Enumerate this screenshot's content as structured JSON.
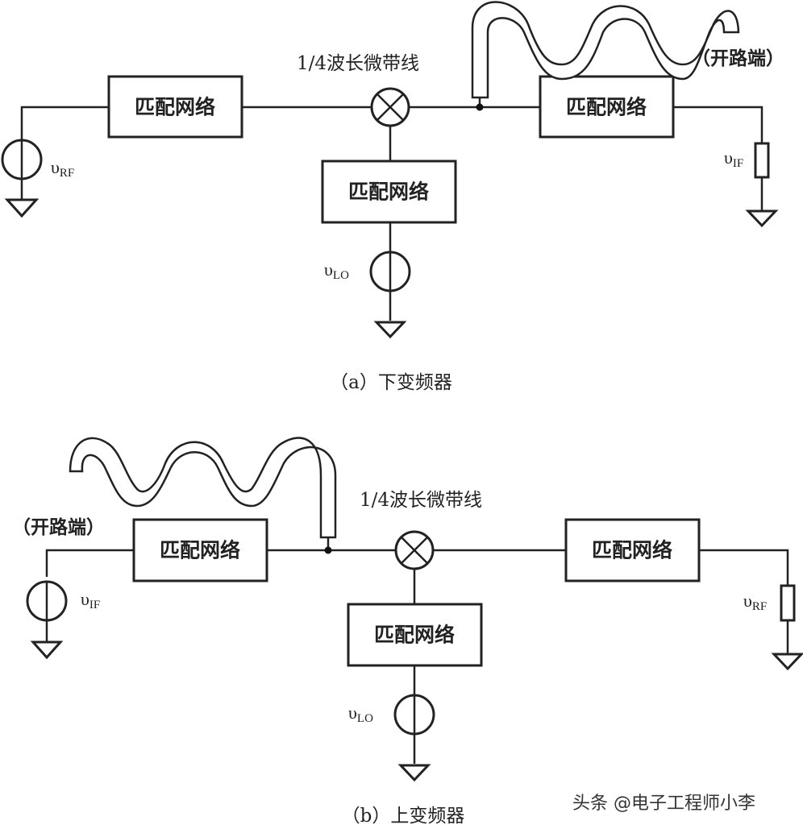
{
  "diagrams": [
    {
      "id": "a",
      "caption": "（a）下变频器",
      "stub_label": "1/4波长微带线",
      "open_end_label": "（开路端）",
      "left_box": "匹配网络",
      "right_box": "匹配网络",
      "lo_box": "匹配网络",
      "left_source": {
        "symbol": "υ",
        "sub": "RF",
        "type": "voltage-source"
      },
      "right_load": {
        "symbol": "υ",
        "sub": "IF",
        "type": "resistor-load"
      },
      "lo_source": {
        "symbol": "υ",
        "sub": "LO",
        "type": "voltage-source"
      }
    },
    {
      "id": "b",
      "caption": "（b）上变频器",
      "stub_label": "1/4波长微带线",
      "open_end_label": "（开路端）",
      "left_box": "匹配网络",
      "right_box": "匹配网络",
      "lo_box": "匹配网络",
      "left_source": {
        "symbol": "υ",
        "sub": "IF",
        "type": "voltage-source"
      },
      "right_load": {
        "symbol": "υ",
        "sub": "RF",
        "type": "resistor-load"
      },
      "lo_source": {
        "symbol": "υ",
        "sub": "LO",
        "type": "voltage-source"
      }
    }
  ],
  "watermark": "头条 @电子工程师小李"
}
